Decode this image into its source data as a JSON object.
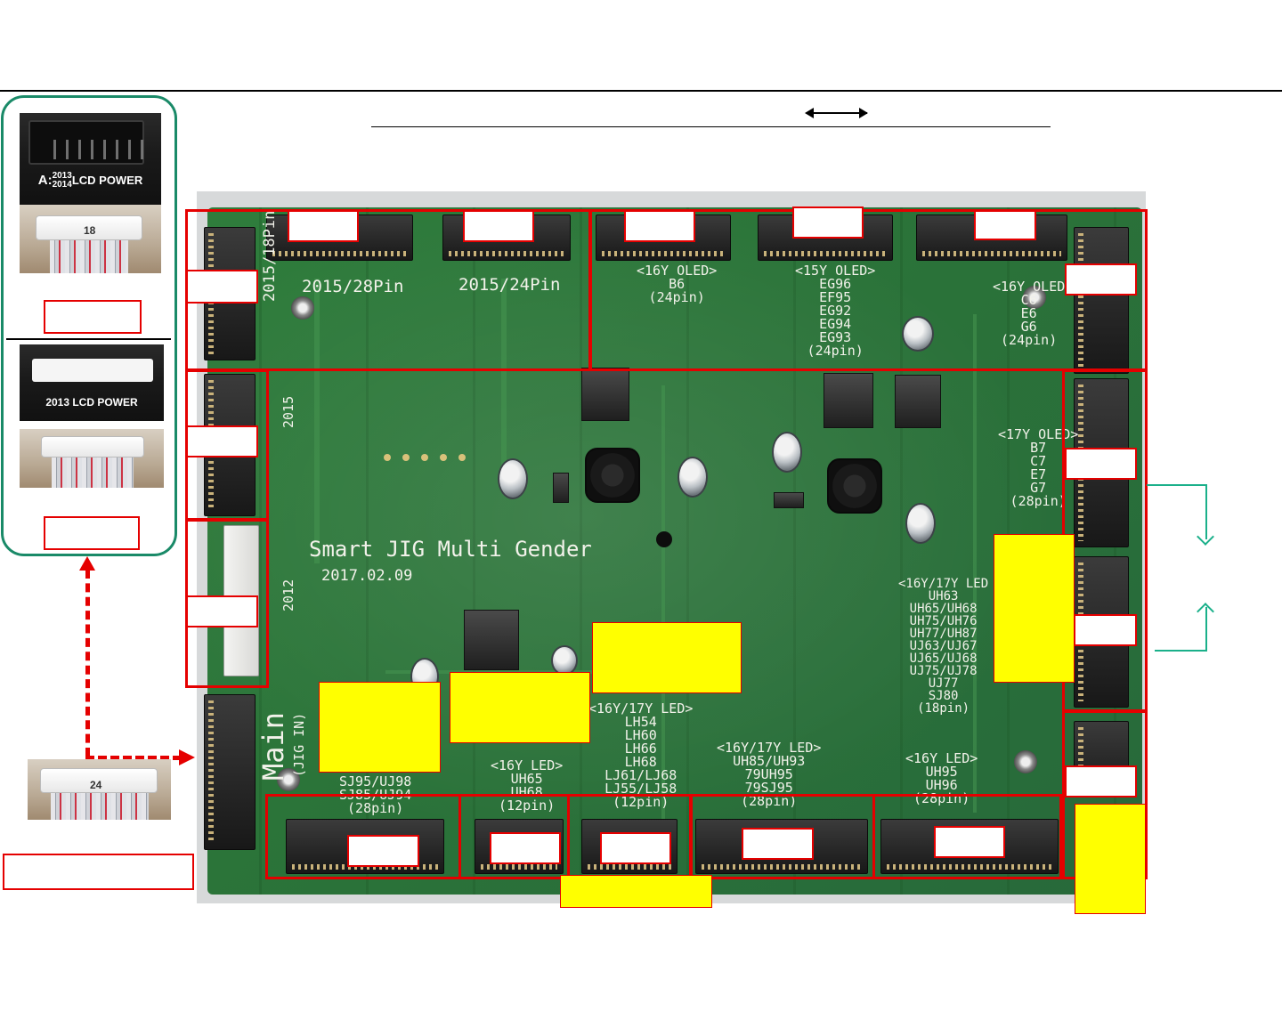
{
  "left_panel": {
    "top_photo": {
      "caption_prefix": "A:",
      "caption_years": "2013\n2014",
      "caption_text": "LCD POWER",
      "plug_number": "18"
    },
    "bottom_photo": {
      "caption": "2013 LCD POWER"
    }
  },
  "jig_cable": {
    "plug_number": "24"
  },
  "board": {
    "silkscreen": {
      "p4_label": "2015/18Pin",
      "p5_label": "2015/28Pin",
      "p6_label": "2015/24Pin",
      "oled16_b6": "<16Y OLED>\nB6\n(24pin)",
      "oled15": "<15Y OLED>\nEG96\nEF95\nEG92\nEG94\nEG93\n(24pin)",
      "oled16_c6": "<16Y OLED\nC6\nE6\nG6\n(24pin)",
      "oled17": "<17Y OLED>\nB7\nC7\nE7\nG7\n(28pin)",
      "led_18pin": "<16Y/17Y LED\nUH63\nUH65/UH68\nUH75/UH76\nUH77/UH87\nUJ63/UJ67\nUJ65/UJ68\nUJ75/UJ78\nUJ77\nSJ80\n(18pin)",
      "title": "Smart JIG Multi Gender",
      "date": "2017.02.09",
      "side_2015": "2015",
      "side_2012": "2012",
      "main": "Main",
      "jig_in": "(JIG IN)",
      "led_lh": "<16Y/17Y LED>\nLH54\nLH60\nLH66\nLH68\nLJ61/LJ68\nLJ55/LJ58\n(12pin)",
      "led_uh65": "<16Y LED>\nUH65\nUH68\n(12pin)",
      "led_uh85": "<16Y/17Y LED>\nUH85/UH93\n79UH95\n79SJ95\n(28pin)",
      "led_uh95": "<16Y LED>\nUH95\nUH96\n(28pin)",
      "sj95": "SJ95/UJ98\nSJ85/UJ94\n(28pin)"
    }
  }
}
